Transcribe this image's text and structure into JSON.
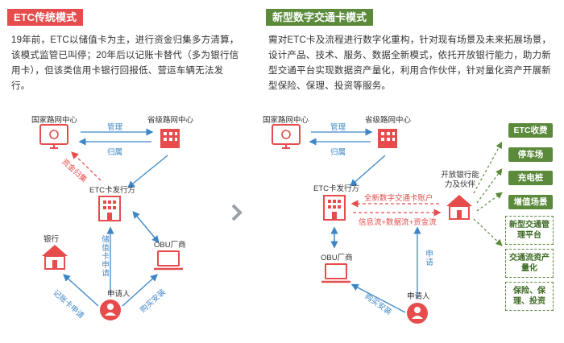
{
  "left": {
    "title": "ETC传统模式",
    "description": "19年前，ETC以储值卡为主，进行资金归集多方清算，该模式监管已叫停；20年后以记账卡替代（多为银行信用卡），但该类信用卡银行回报低、营运车辆无法发行。",
    "diagram": {
      "national_center": "国家路网中心",
      "provincial_center": "省级路网中心",
      "manage": "管理",
      "belong": "归属",
      "fund_collection": "资金归集",
      "issuer": "ETC卡发行方",
      "bank": "银行",
      "obu_vendor": "OBU厂商",
      "stored_card_apply": "储值卡申请",
      "applicant": "申请人",
      "credit_card_apply": "记账卡申请",
      "purchase_install": "购买安装"
    }
  },
  "right": {
    "title": "新型数字交通卡模式",
    "description": "需对ETC卡及流程进行数字化重构，针对现有场景及未来拓展场景，设计产品、技术、服务、数据全新模式，依托开放银行能力，助力新型交通平台实现数据资产量化，利用合作伙伴，针对量化资产开展新型保险、保理、投资等服务。",
    "diagram": {
      "national_center": "国家路网中心",
      "provincial_center": "省级路网中心",
      "manage": "管理",
      "belong": "归属",
      "issuer": "ETC卡发行方",
      "new_account": "全新数字交通卡账户",
      "flows": "信息流+数据流+资金流",
      "open_bank": "开放银行能力及伙伴",
      "obu_vendor": "OBU厂商",
      "apply": "申请",
      "applicant": "申请人",
      "purchase_install": "购买安装"
    },
    "scenarios": [
      "ETC收费",
      "停车场",
      "充电桩",
      "增值场景"
    ],
    "platforms": [
      "新型交通管理平台",
      "交通流资产量化",
      "保险、保理、投资"
    ]
  },
  "colors": {
    "red": "#e64c4c",
    "blue": "#3d86c6",
    "green": "#5a8a3a",
    "arrow_gray": "#9aa1a8"
  }
}
